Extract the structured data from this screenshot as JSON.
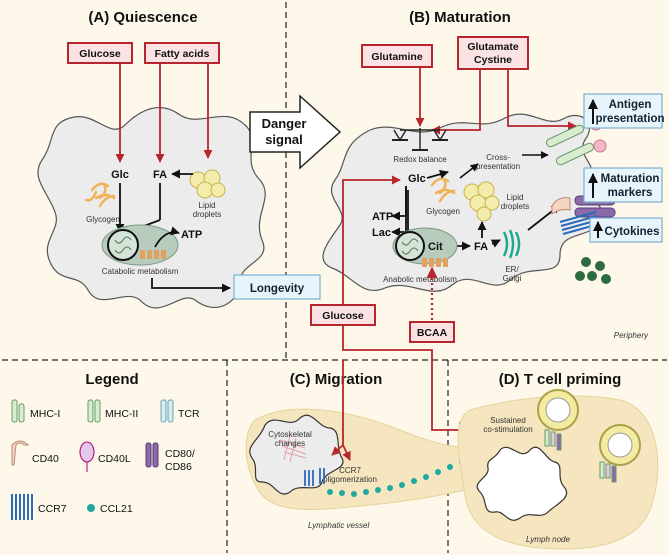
{
  "panels": {
    "a": {
      "title": "(A) Quiescence"
    },
    "b": {
      "title": "(B) Maturation"
    },
    "c": {
      "title": "(C) Migration"
    },
    "d": {
      "title": "(D) T cell priming"
    },
    "legend": {
      "title": "Legend"
    }
  },
  "panel_a": {
    "glucose": "Glucose",
    "fatty_acids": "Fatty acids",
    "glc": "Glc",
    "fa": "FA",
    "glycogen": "Glycogen",
    "lipid_droplets": [
      "Lipid",
      "droplets"
    ],
    "atp": "ATP",
    "catabolic": "Catabolic metabolism",
    "longevity": "Longevity"
  },
  "danger_signal": [
    "Danger",
    "signal"
  ],
  "panel_b": {
    "glutamine": "Glutamine",
    "glutamate_cystine": [
      "Glutamate",
      "Cystine"
    ],
    "redox": "Redox balance",
    "cross_presentation": [
      "Cross-",
      "presentation"
    ],
    "glc": "Glc",
    "glycogen": "Glycogen",
    "lipid_droplets": [
      "Lipid",
      "droplets"
    ],
    "atp": "ATP",
    "lac": "Lac",
    "cit": "Cit",
    "fa": "FA",
    "er_golgi": [
      "ER/",
      "Golgi"
    ],
    "anabolic": "Anabolic metabolism",
    "glucose": "Glucose",
    "bcaa": "BCAA",
    "periphery": "Periphery",
    "antigen_presentation": [
      "Antigen",
      "presentation"
    ],
    "maturation_markers": [
      "Maturation",
      "markers"
    ],
    "cytokines": "Cytokines"
  },
  "legend": {
    "mhc1": "MHC-I",
    "mhc2": "MHC-II",
    "tcr": "TCR",
    "cd40": "CD40",
    "cd40l": "CD40L",
    "cd80": [
      "CD80/",
      "CD86"
    ],
    "ccr7": "CCR7",
    "ccl21": "CCL21"
  },
  "panel_c": {
    "cytoskeletal": [
      "Cytoskeletal",
      "changes"
    ],
    "ccr7_olig": [
      "CCR7",
      "oligomerization"
    ],
    "lymphatic": "Lymphatic vessel"
  },
  "panel_d": {
    "sustained": [
      "Sustained",
      "co-stimulation"
    ],
    "lymph_node": "Lymph node"
  },
  "colors": {
    "red_arrow": "#b7262c",
    "red_box_fill": "#fbe3e4",
    "blue_box_fill": "#e8f4fb",
    "cell_fill": "#f0f0f0",
    "background": "#fdf8ea",
    "lymph_fill": "#f5e6bf"
  }
}
